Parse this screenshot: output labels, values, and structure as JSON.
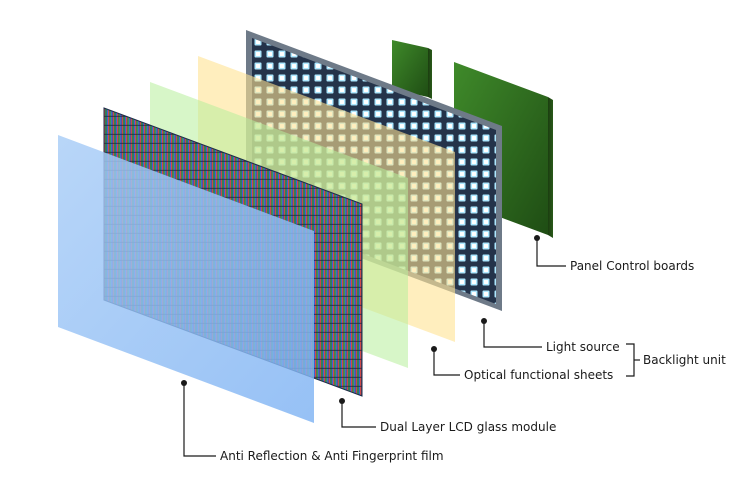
{
  "labels": {
    "panel_control_boards": "Panel Control boards",
    "light_source": "Light source",
    "optical_functional_sheets": "Optical functional sheets",
    "backlight_unit": "Backlight unit",
    "lcd_glass_module": "Dual Layer LCD glass module",
    "anti_reflection_film": "Anti Reflection & Anti Fingerprint film"
  },
  "colors": {
    "anti_reflection_film": "#8fbcf5",
    "lcd_module": "#2f6f8f",
    "green_sheet": "#b6ef9a",
    "yellow_sheet": "#ffe392",
    "backlight_panel": "#26364a",
    "led": "#9fe3ff",
    "control_board": "#2f6b1f",
    "leader_line": "#1a1a1a"
  }
}
